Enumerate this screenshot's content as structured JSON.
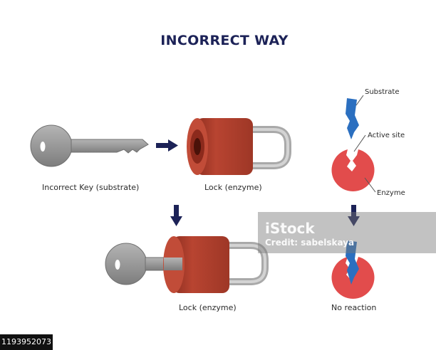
{
  "title": "INCORRECT WAY",
  "labels": {
    "incorrect_key": "Incorrect Key (substrate)",
    "lock_top": "Lock (enzyme)",
    "lock_bottom": "Lock (enzyme)",
    "substrate": "Substrate",
    "active_site": "Active site",
    "enzyme": "Enzyme",
    "no_reaction": "No reaction"
  },
  "watermark": {
    "logo": "iStock",
    "credit": "Credit: sabelskaya"
  },
  "stock_id": "1193952073",
  "colors": {
    "title": "#1c2257",
    "lock_body": "#b5402d",
    "key_metal": "#9a9a9a",
    "enzyme": "#e24c4c",
    "substrate": "#2b6fc0",
    "arrow": "#1c2257"
  }
}
